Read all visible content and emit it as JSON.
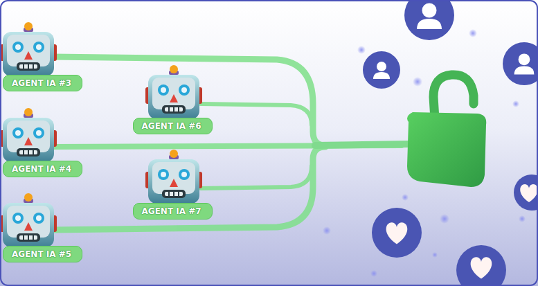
{
  "diagram": {
    "nodes": [
      {
        "text": [
          "AGENT IA #3"
        ]
      },
      {
        "text": [
          "AGENT IA #4"
        ]
      },
      {
        "text": [
          "AGENT IA #5"
        ]
      },
      {
        "text": [
          "AGENT IA #6"
        ]
      },
      {
        "text": [
          "AGENT IA #7"
        ]
      }
    ]
  }
}
